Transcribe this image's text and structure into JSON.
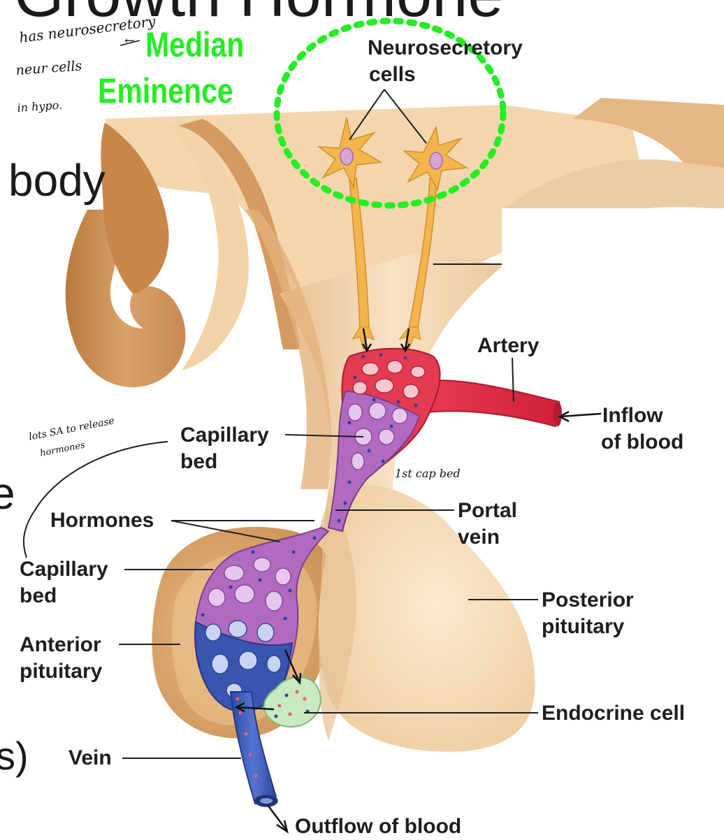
{
  "slide": {
    "title": "Growth Hormone",
    "body_fragment": "body",
    "left_fragment_e": "e",
    "left_fragment_s": "s)"
  },
  "handwritten": {
    "note_line1": "has neurosecretory",
    "note_arrow": "←",
    "note_line2": "neur cells",
    "note_line3": "in hypo.",
    "green_label_line1": "Median",
    "green_label_line2": "Eminence",
    "surface_note_line1": "lots SA to release",
    "surface_note_line2": "hormones",
    "first_bed_note": "1st cap bed"
  },
  "labels": {
    "neurosecretory_line1": "Neurosecretory",
    "neurosecretory_line2": "cells",
    "artery": "Artery",
    "inflow_line1": "Inflow",
    "inflow_line2": "of blood",
    "capillary_bed_top_line1": "Capillary",
    "capillary_bed_top_line2": "bed",
    "hormones": "Hormones",
    "portal_line1": "Portal",
    "portal_line2": "vein",
    "capillary_bed_bottom_line1": "Capillary",
    "capillary_bed_bottom_line2": "bed",
    "posterior_line1": "Posterior",
    "posterior_line2": "pituitary",
    "anterior_line1": "Anterior",
    "anterior_line2": "pituitary",
    "endocrine_cell": "Endocrine cell",
    "vein": "Vein",
    "outflow": "Outflow of blood"
  },
  "colors": {
    "tissue_dark": "#c98a4b",
    "tissue_mid": "#dcab78",
    "tissue_light": "#f4d9b2",
    "tissue_pale": "#f8e6cc",
    "neuron": "#f3b54c",
    "artery": "#e03048",
    "portal": "#b06ac0",
    "vein": "#3a55b0",
    "endocrine_cell": "#c9eac0",
    "highlight_green": "#22ee22",
    "leader": "#1e1e1e"
  }
}
